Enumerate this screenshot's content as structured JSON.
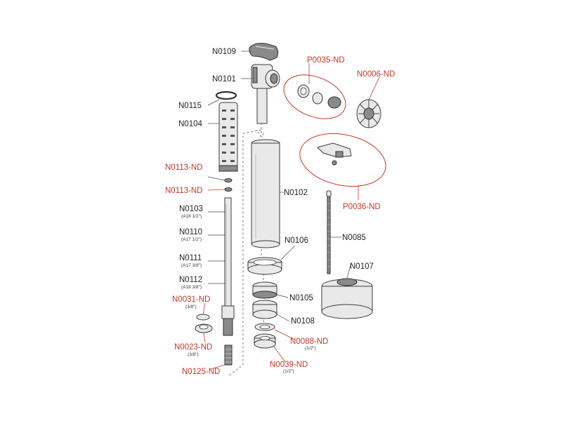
{
  "colors": {
    "standard": "#222222",
    "highlight": "#c0392b"
  },
  "labels": {
    "N0109": "N0109",
    "N0101": "N0101",
    "N0115": "N0115",
    "N0104": "N0104",
    "N0113a": "N0113-ND",
    "N0113b": "N0113-ND",
    "N0103": "N0103",
    "N0103_sub": "(A18 1/2\")",
    "N0110": "N0110",
    "N0110_sub": "(A17 1/2\")",
    "N0111": "N0111",
    "N0111_sub": "(A17 3/8\")",
    "N0112": "N0112",
    "N0112_sub": "(A18 3/8\")",
    "N0031": "N0031-ND",
    "N0031_sub": "(3/8\")",
    "N0023": "N0023-ND",
    "N0023_sub": "(3/8\")",
    "N0125": "N0125-ND",
    "P0035": "P0035-ND",
    "N0006": "N0006-ND",
    "P0036": "P0036-ND",
    "N0102": "N0102",
    "N0085": "N0085",
    "N0106": "N0106",
    "N0107": "N0107",
    "N0105": "N0105",
    "N0108": "N0108",
    "N0088": "N0088-ND",
    "N0088_sub": "(1/2\")",
    "N0039": "N0039-ND",
    "N0039_sub": "(1/2\")"
  }
}
